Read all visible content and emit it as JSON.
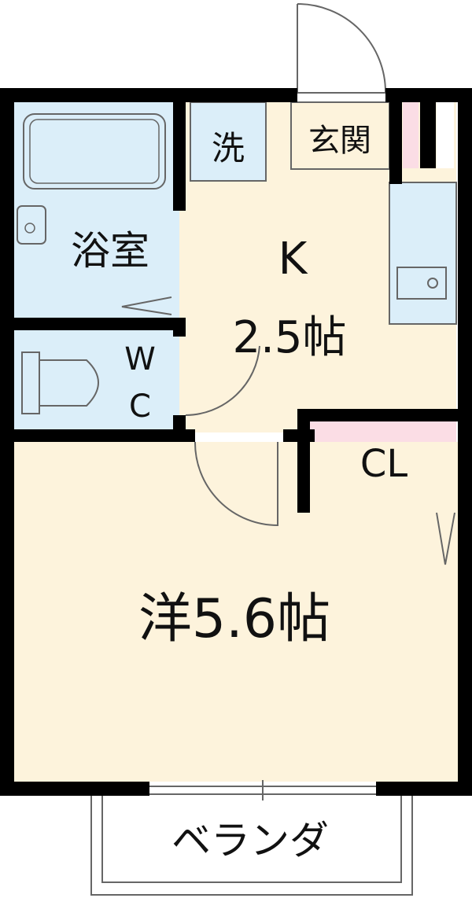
{
  "colors": {
    "wall": "#000000",
    "wet_area": "#dbeef9",
    "living_area": "#fdf3dc",
    "closet": "#fbdde5",
    "line": "#666666"
  },
  "rooms": {
    "bathroom": "浴室",
    "washer": "洗",
    "entrance": "玄関",
    "kitchen_letter": "K",
    "kitchen_size": "2.5帖",
    "toilet_w": "W",
    "toilet_c": "C",
    "closet": "CL",
    "western_room": "洋5.6帖",
    "veranda": "ベランダ"
  }
}
